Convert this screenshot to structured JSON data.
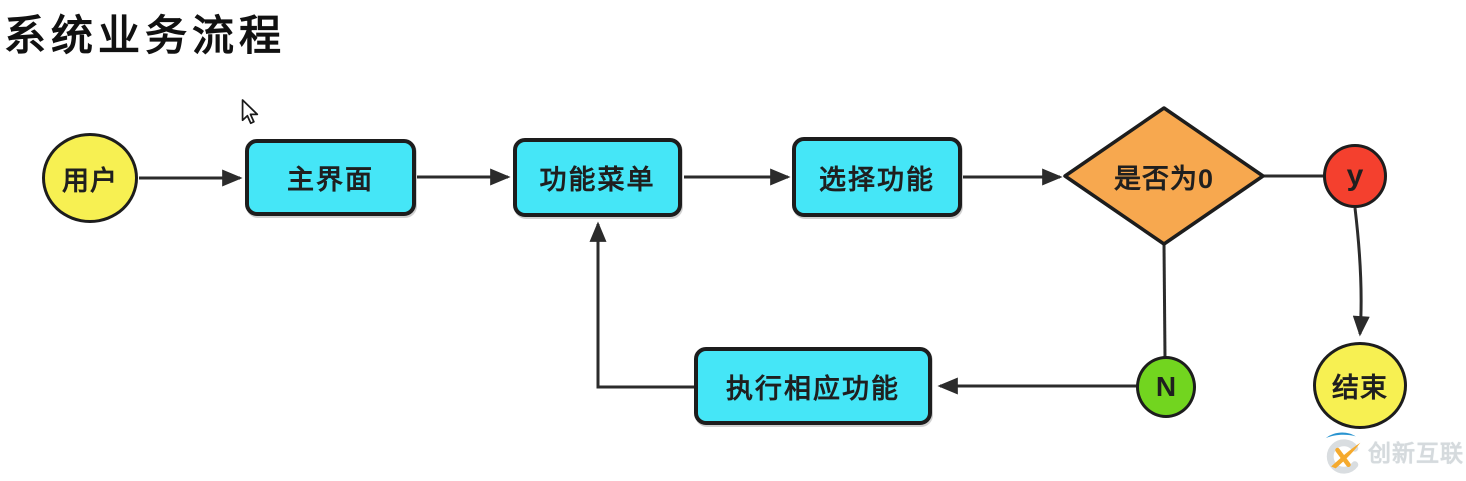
{
  "title": "系统业务流程",
  "flowchart": {
    "nodes": {
      "user": {
        "label": "用户",
        "type": "terminal"
      },
      "main": {
        "label": "主界面",
        "type": "process"
      },
      "menu": {
        "label": "功能菜单",
        "type": "process"
      },
      "select": {
        "label": "选择功能",
        "type": "process"
      },
      "decision": {
        "label": "是否为0",
        "type": "decision"
      },
      "yes": {
        "label": "y",
        "type": "connector"
      },
      "no": {
        "label": "N",
        "type": "connector"
      },
      "exec": {
        "label": "执行相应功能",
        "type": "process"
      },
      "end": {
        "label": "结束",
        "type": "terminal"
      }
    },
    "edges": [
      {
        "from": "user",
        "to": "main",
        "arrowhead": true
      },
      {
        "from": "main",
        "to": "menu",
        "arrowhead": true
      },
      {
        "from": "menu",
        "to": "select",
        "arrowhead": true
      },
      {
        "from": "select",
        "to": "decision",
        "arrowhead": true
      },
      {
        "from": "decision",
        "to": "yes",
        "arrowhead": false
      },
      {
        "from": "yes",
        "to": "end",
        "arrowhead": true
      },
      {
        "from": "decision",
        "to": "no",
        "arrowhead": false
      },
      {
        "from": "no",
        "to": "exec",
        "arrowhead": true
      },
      {
        "from": "exec",
        "to": "menu",
        "arrowhead": true
      }
    ],
    "colors": {
      "terminal_fill": "#F7F052",
      "process_fill": "#45E6F7",
      "decision_fill": "#F7A84F",
      "yes_fill": "#F4402E",
      "no_fill": "#72D51F",
      "outline": "#1d1d1d",
      "connector": "#2b2b2b"
    }
  },
  "cursor": {
    "type": "arrow-cursor"
  },
  "watermark": {
    "text": "创新互联",
    "logo": "cx-logo",
    "brand_colors": {
      "orange": "#F5A623",
      "blue": "#1F8FCE",
      "gray": "#D8DCDF"
    }
  }
}
